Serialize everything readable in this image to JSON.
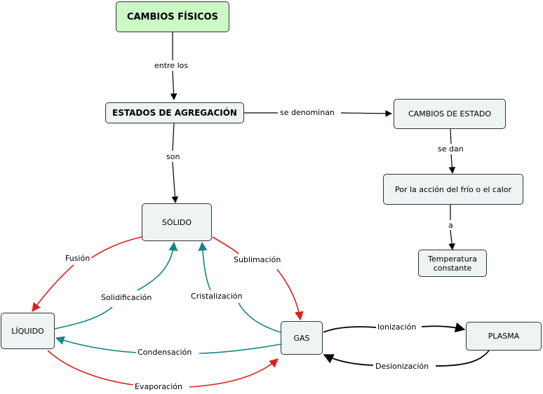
{
  "colors": {
    "black": "#000000",
    "red": "#e0201c",
    "teal": "#168583",
    "root_fill": "#ccf7c6",
    "node_fill": "#eef3f4"
  },
  "nodes": {
    "cambios_fisicos": "CAMBIOS FÍSICOS",
    "estados": "ESTADOS DE AGREGACIÓN",
    "cambios_estado": "CAMBIOS DE ESTADO",
    "accion": "Por la acción del frío o el calor",
    "temperatura": "Temperatura constante",
    "solido": "SÓLIDO",
    "liquido": "LÍQUIDO",
    "gas": "GAS",
    "plasma": "PLASMA"
  },
  "links": {
    "entre_los": "entre los",
    "se_denominan": "se denominan",
    "son": "son",
    "se_dan": "se dan",
    "a": "a",
    "fusion": "Fusión",
    "solidificacion": "Solidificación",
    "sublimacion": "Sublimación",
    "cristalizacion": "Cristalización",
    "condensacion": "Condensación",
    "evaporacion": "Evaporación",
    "ionizacion": "Ionización",
    "desionizacion": "Desionización"
  }
}
